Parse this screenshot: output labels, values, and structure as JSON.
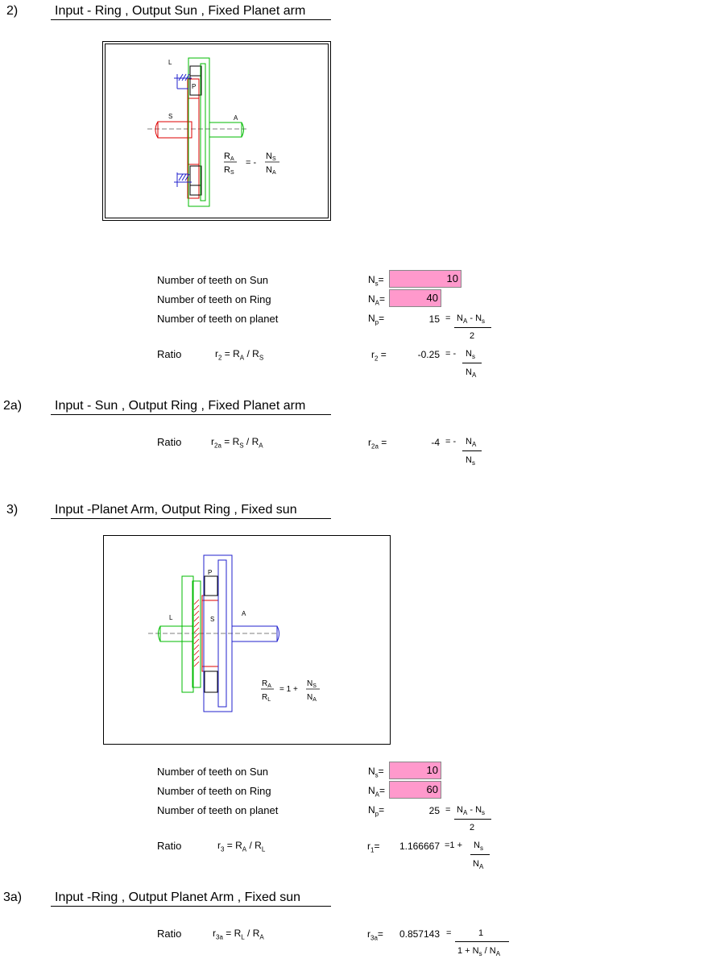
{
  "section2": {
    "number": "2)",
    "title": "Input - Ring ,  Output Sun , Fixed Planet arm",
    "diagram": {
      "label_L": "L",
      "label_P": "P",
      "label_S": "S",
      "label_A": "A",
      "eq_RA": "R",
      "eq_RA_sub": "A",
      "eq_RS": "R",
      "eq_RS_sub": "S",
      "eq_mid": "= -",
      "eq_NS": "N",
      "eq_NS_sub": "S",
      "eq_NA": "N",
      "eq_NA_sub": "A"
    },
    "rows": [
      {
        "label": "Number of teeth on Sun",
        "sym": "N",
        "sub": "s",
        "eq": "=",
        "value": "10"
      },
      {
        "label": "Number of teeth on Ring",
        "sym": "N",
        "sub": "A",
        "eq": "=",
        "value": "40"
      },
      {
        "label": "Number of teeth on planet",
        "sym": "N",
        "sub": "p",
        "eq": "=",
        "value": "15"
      }
    ],
    "planet_formula": {
      "eq": "=",
      "top": "N",
      "top_sub": "A",
      "top_mid": " - N",
      "top_sub2": "s",
      "bottom": "2"
    },
    "ratio": {
      "label": "Ratio",
      "def_r": "r",
      "def_r_sub": "2",
      "def_mid": " = R",
      "def_sub1": "A",
      "def_slash": " / R",
      "def_sub2": "S",
      "sym": "r",
      "sym_sub": "2",
      "eq": "=",
      "value": "-0.25",
      "feq": "= -",
      "ftop": "N",
      "ftop_sub": "s",
      "fbot": "N",
      "fbot_sub": "A"
    }
  },
  "section2a": {
    "number": "2a)",
    "title": "Input - Sun ,  Output Ring , Fixed Planet arm",
    "ratio": {
      "label": "Ratio",
      "def_r": "r",
      "def_r_sub": "2a",
      "def_mid": " = R",
      "def_sub1": "S",
      "def_slash": " / R",
      "def_sub2": "A",
      "sym": "r",
      "sym_sub": "2a",
      "eq": "=",
      "value": "-4",
      "feq": "= -",
      "ftop": "N",
      "ftop_sub": "A",
      "fbot": "N",
      "fbot_sub": "s"
    }
  },
  "section3": {
    "number": "3)",
    "title": "Input -Planet Arm,  Output Ring , Fixed sun",
    "diagram": {
      "label_P": "P",
      "label_L": "L",
      "label_S": "S",
      "label_A": "A",
      "eq_RA": "R",
      "eq_RA_sub": "A",
      "eq_RL": "R",
      "eq_RL_sub": "L",
      "eq_mid": "= 1 +",
      "eq_NS": "N",
      "eq_NS_sub": "S",
      "eq_NA": "N",
      "eq_NA_sub": "A"
    },
    "rows": [
      {
        "label": "Number of teeth on Sun",
        "sym": "N",
        "sub": "s",
        "eq": "=",
        "value": "10"
      },
      {
        "label": "Number of teeth on Ring",
        "sym": "N",
        "sub": "A",
        "eq": "=",
        "value": "60"
      },
      {
        "label": "Number of teeth on planet",
        "sym": "N",
        "sub": "p",
        "eq": "=",
        "value": "25"
      }
    ],
    "planet_formula": {
      "eq": "=",
      "top": "N",
      "top_sub": "A",
      "top_mid": " - N",
      "top_sub2": "s",
      "bottom": "2"
    },
    "ratio": {
      "label": "Ratio",
      "def_r": "r",
      "def_r_sub": "3",
      "def_mid": " = R",
      "def_sub1": "A",
      "def_slash": " / R",
      "def_sub2": "L",
      "sym": "r",
      "sym_sub": "1",
      "eq": "=",
      "value": "1.166667",
      "feq": "=1 +",
      "ftop": "N",
      "ftop_sub": "s",
      "fbot": "N",
      "fbot_sub": "A"
    }
  },
  "section3a": {
    "number": "3a)",
    "title": "Input -Ring ,  Output Planet Arm , Fixed sun",
    "ratio": {
      "label": "Ratio",
      "def_r": "r",
      "def_r_sub": "3a",
      "def_mid": " = R",
      "def_sub1": "L",
      "def_slash": " / R",
      "def_sub2": "A",
      "sym": "r",
      "sym_sub": "3a",
      "eq": "=",
      "value": "0.857143",
      "feq": "=",
      "ftop": "1",
      "fbot_pre": "1 + N",
      "fbot_sub": "s",
      "fbot_post": " / N",
      "fbot_sub2": "A"
    }
  }
}
